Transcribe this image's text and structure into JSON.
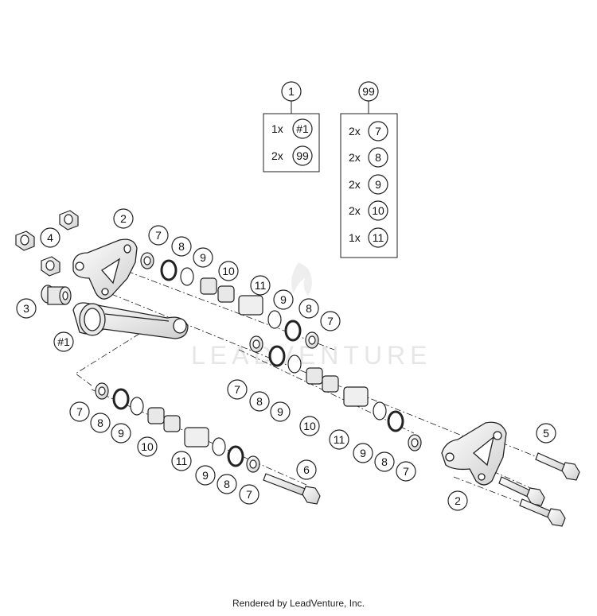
{
  "watermark": "LEADVENTURE",
  "footer": "Rendered by LeadVenture, Inc.",
  "kits": {
    "kit1": {
      "callout": "1",
      "rows": [
        {
          "qty": "1x",
          "ref": "#1"
        },
        {
          "qty": "2x",
          "ref": "99"
        }
      ]
    },
    "kit99": {
      "callout": "99",
      "rows": [
        {
          "qty": "2x",
          "ref": "7"
        },
        {
          "qty": "2x",
          "ref": "8"
        },
        {
          "qty": "2x",
          "ref": "9"
        },
        {
          "qty": "2x",
          "ref": "10"
        },
        {
          "qty": "1x",
          "ref": "11"
        }
      ]
    }
  },
  "callouts": [
    {
      "id": "c-2a",
      "label": "2"
    },
    {
      "id": "c-4",
      "label": "4"
    },
    {
      "id": "c-3",
      "label": "3"
    },
    {
      "id": "c-h1",
      "label": "#1"
    },
    {
      "id": "c-7a",
      "label": "7"
    },
    {
      "id": "c-8a",
      "label": "8"
    },
    {
      "id": "c-9a",
      "label": "9"
    },
    {
      "id": "c-10a",
      "label": "10"
    },
    {
      "id": "c-11a",
      "label": "11"
    },
    {
      "id": "c-9b",
      "label": "9"
    },
    {
      "id": "c-8b",
      "label": "8"
    },
    {
      "id": "c-7b",
      "label": "7"
    },
    {
      "id": "c-7c",
      "label": "7"
    },
    {
      "id": "c-8c",
      "label": "8"
    },
    {
      "id": "c-9c",
      "label": "9"
    },
    {
      "id": "c-10b",
      "label": "10"
    },
    {
      "id": "c-11b",
      "label": "11"
    },
    {
      "id": "c-9d",
      "label": "9"
    },
    {
      "id": "c-8d",
      "label": "8"
    },
    {
      "id": "c-7d",
      "label": "7"
    },
    {
      "id": "c-5",
      "label": "5"
    },
    {
      "id": "c-2b",
      "label": "2"
    },
    {
      "id": "c-7e",
      "label": "7"
    },
    {
      "id": "c-8e",
      "label": "8"
    },
    {
      "id": "c-9e",
      "label": "9"
    },
    {
      "id": "c-10c",
      "label": "10"
    },
    {
      "id": "c-11c",
      "label": "11"
    },
    {
      "id": "c-9f",
      "label": "9"
    },
    {
      "id": "c-8f",
      "label": "8"
    },
    {
      "id": "c-7f",
      "label": "7"
    },
    {
      "id": "c-6",
      "label": "6"
    }
  ]
}
